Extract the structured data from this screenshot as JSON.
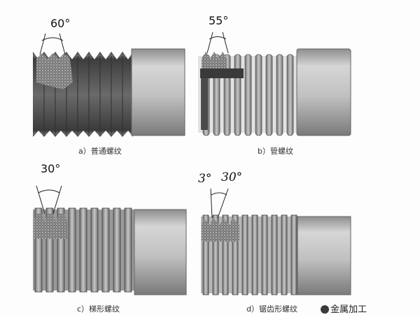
{
  "panels": {
    "a": {
      "angle": "60°",
      "caption": "a）普通螺纹"
    },
    "b": {
      "angle": "55°",
      "caption": "b）管螺纹"
    },
    "c": {
      "angle": "30°",
      "caption": "c）梯形螺纹"
    },
    "d": {
      "angle_small": "3°",
      "angle_large": "30°",
      "caption": "d）锯齿形螺纹"
    }
  },
  "watermark": "金属加工",
  "colors": {
    "thread_dark": "#555555",
    "shank_gray": "#c4c4c4",
    "background": "#ffffff"
  }
}
